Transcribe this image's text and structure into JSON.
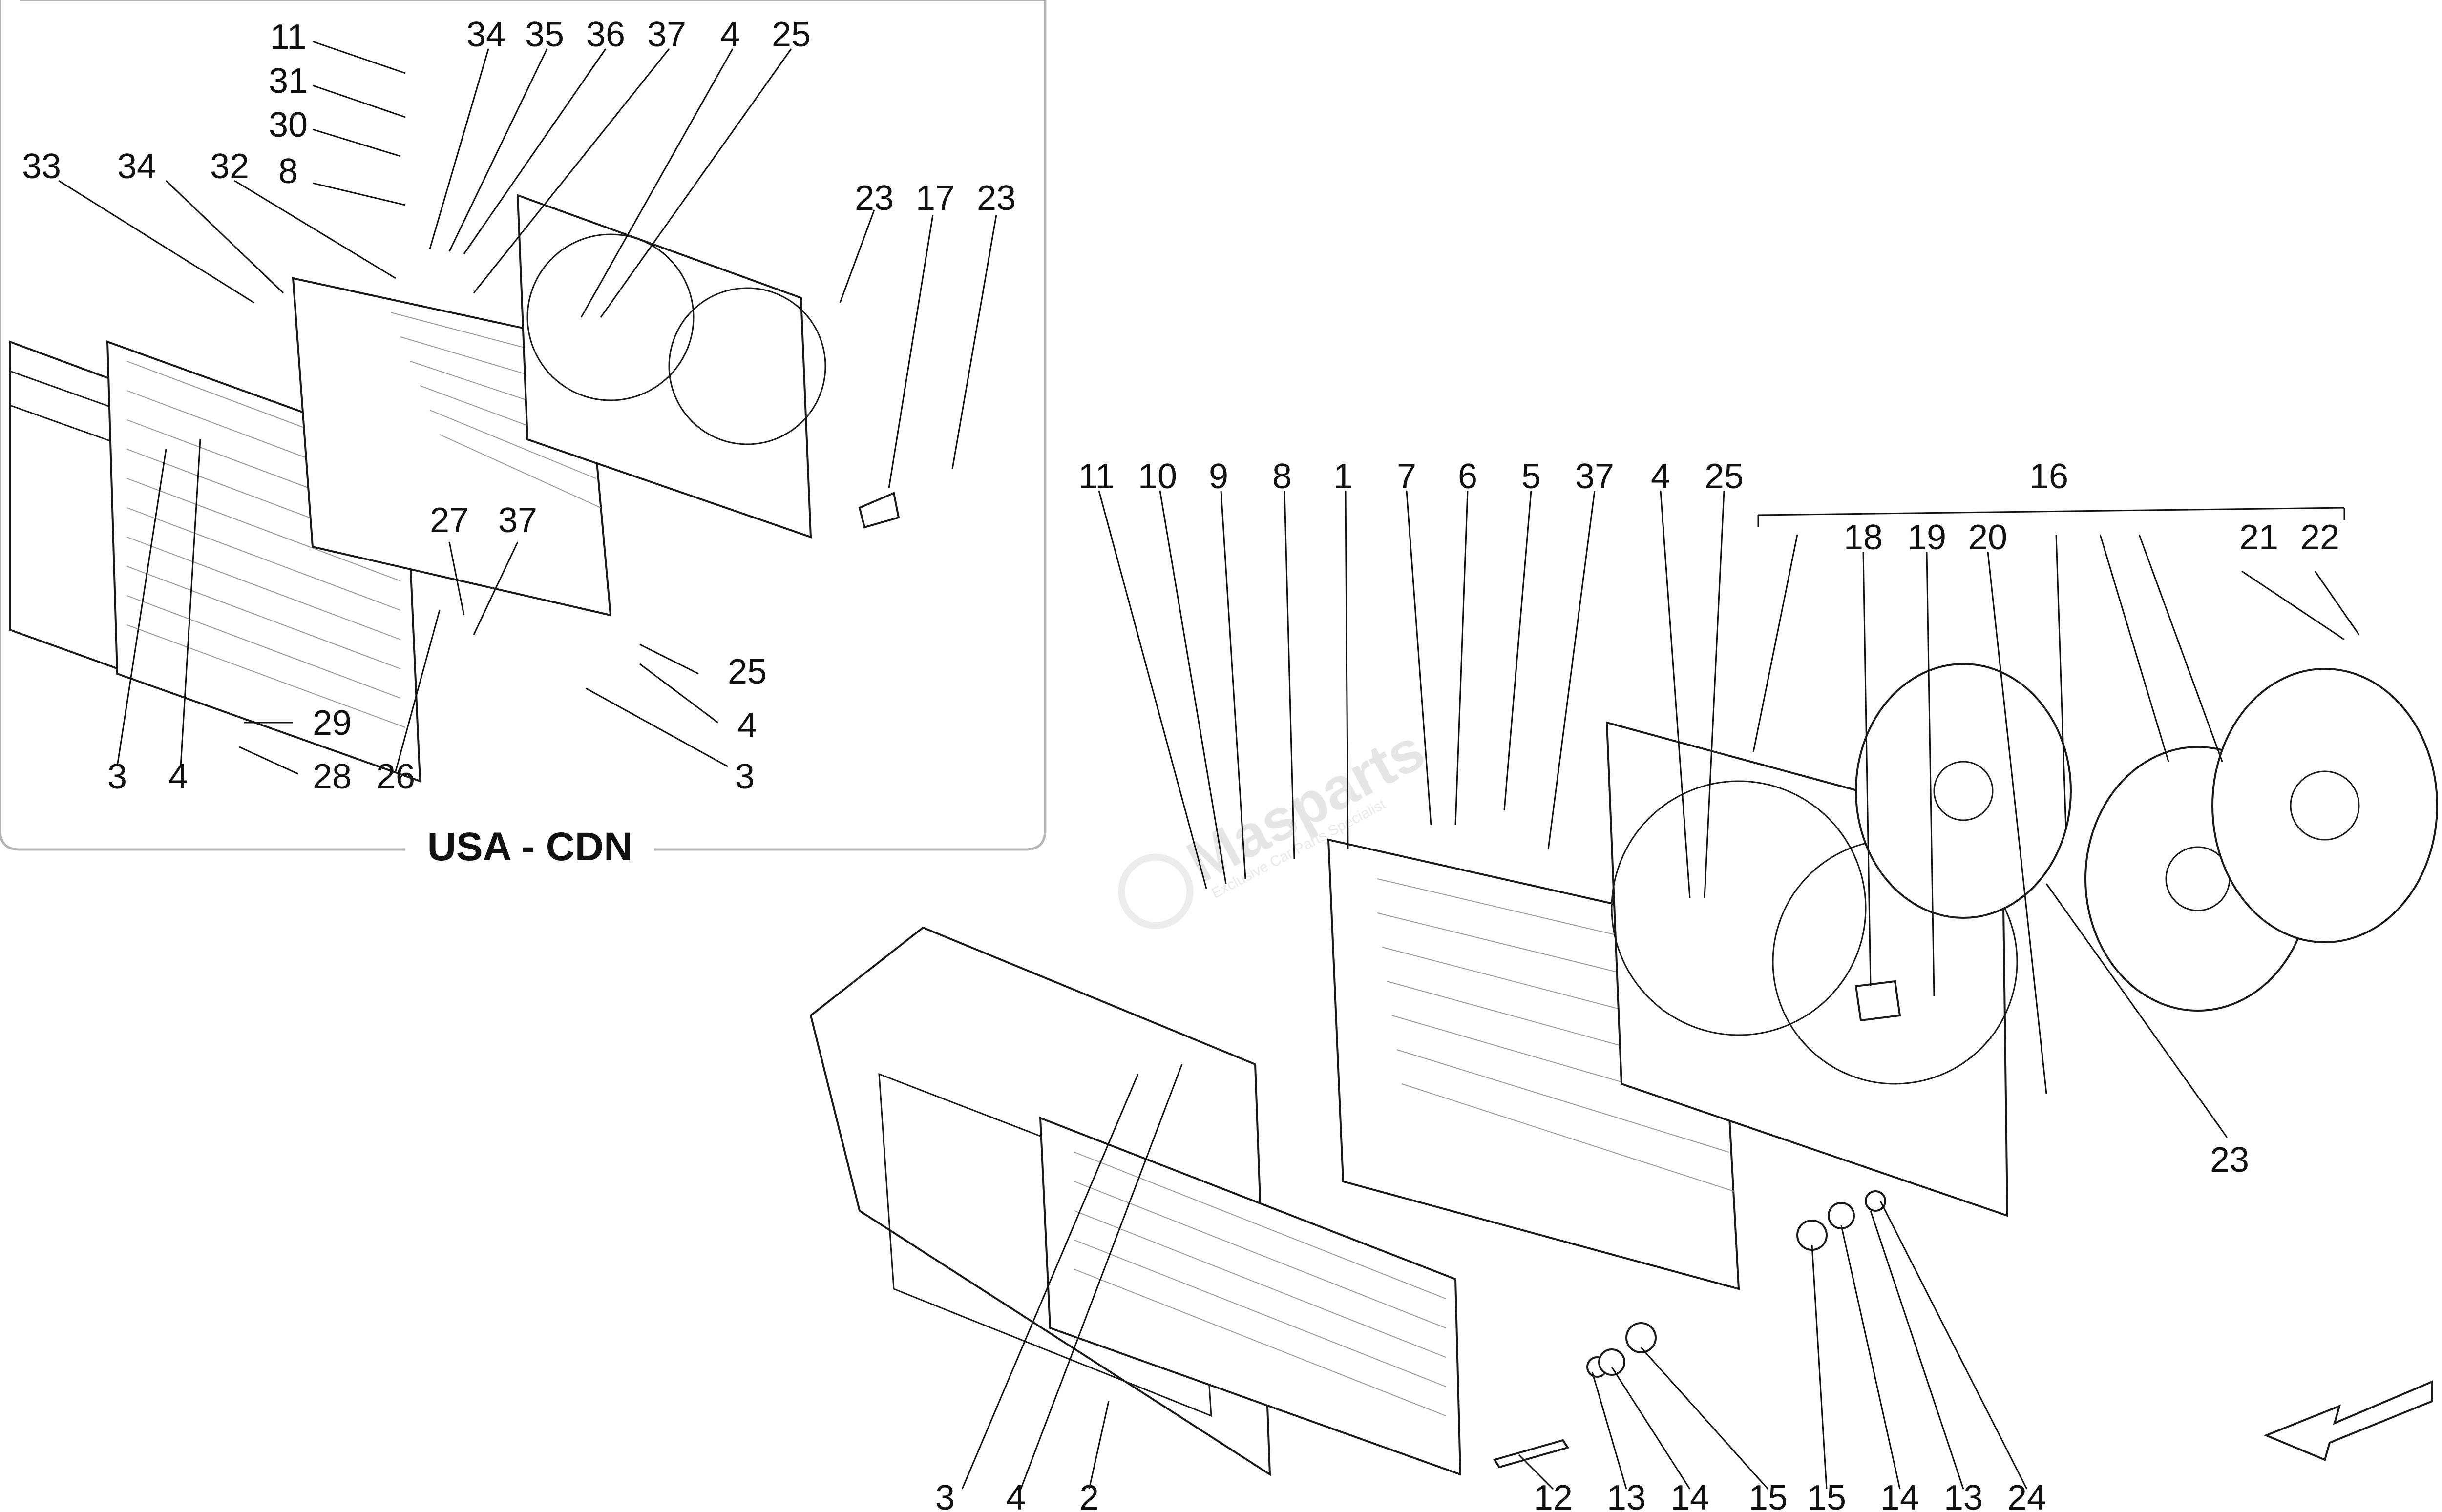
{
  "inset": {
    "title": "USA - CDN",
    "callouts": [
      "11",
      "31",
      "30",
      "8",
      "33",
      "34",
      "32",
      "34",
      "35",
      "36",
      "37",
      "4",
      "25",
      "23",
      "17",
      "23",
      "27",
      "37",
      "25",
      "4",
      "3",
      "29",
      "28",
      "26",
      "3",
      "4"
    ]
  },
  "main": {
    "callouts": [
      "11",
      "10",
      "9",
      "8",
      "1",
      "7",
      "6",
      "5",
      "37",
      "4",
      "25",
      "16",
      "18",
      "19",
      "20",
      "21",
      "22",
      "23",
      "3",
      "4",
      "2",
      "12",
      "13",
      "14",
      "15",
      "15",
      "14",
      "13",
      "24"
    ]
  },
  "watermark": {
    "brand": "Masparts",
    "tagline": "Exclusive Car Parts Specialist"
  }
}
